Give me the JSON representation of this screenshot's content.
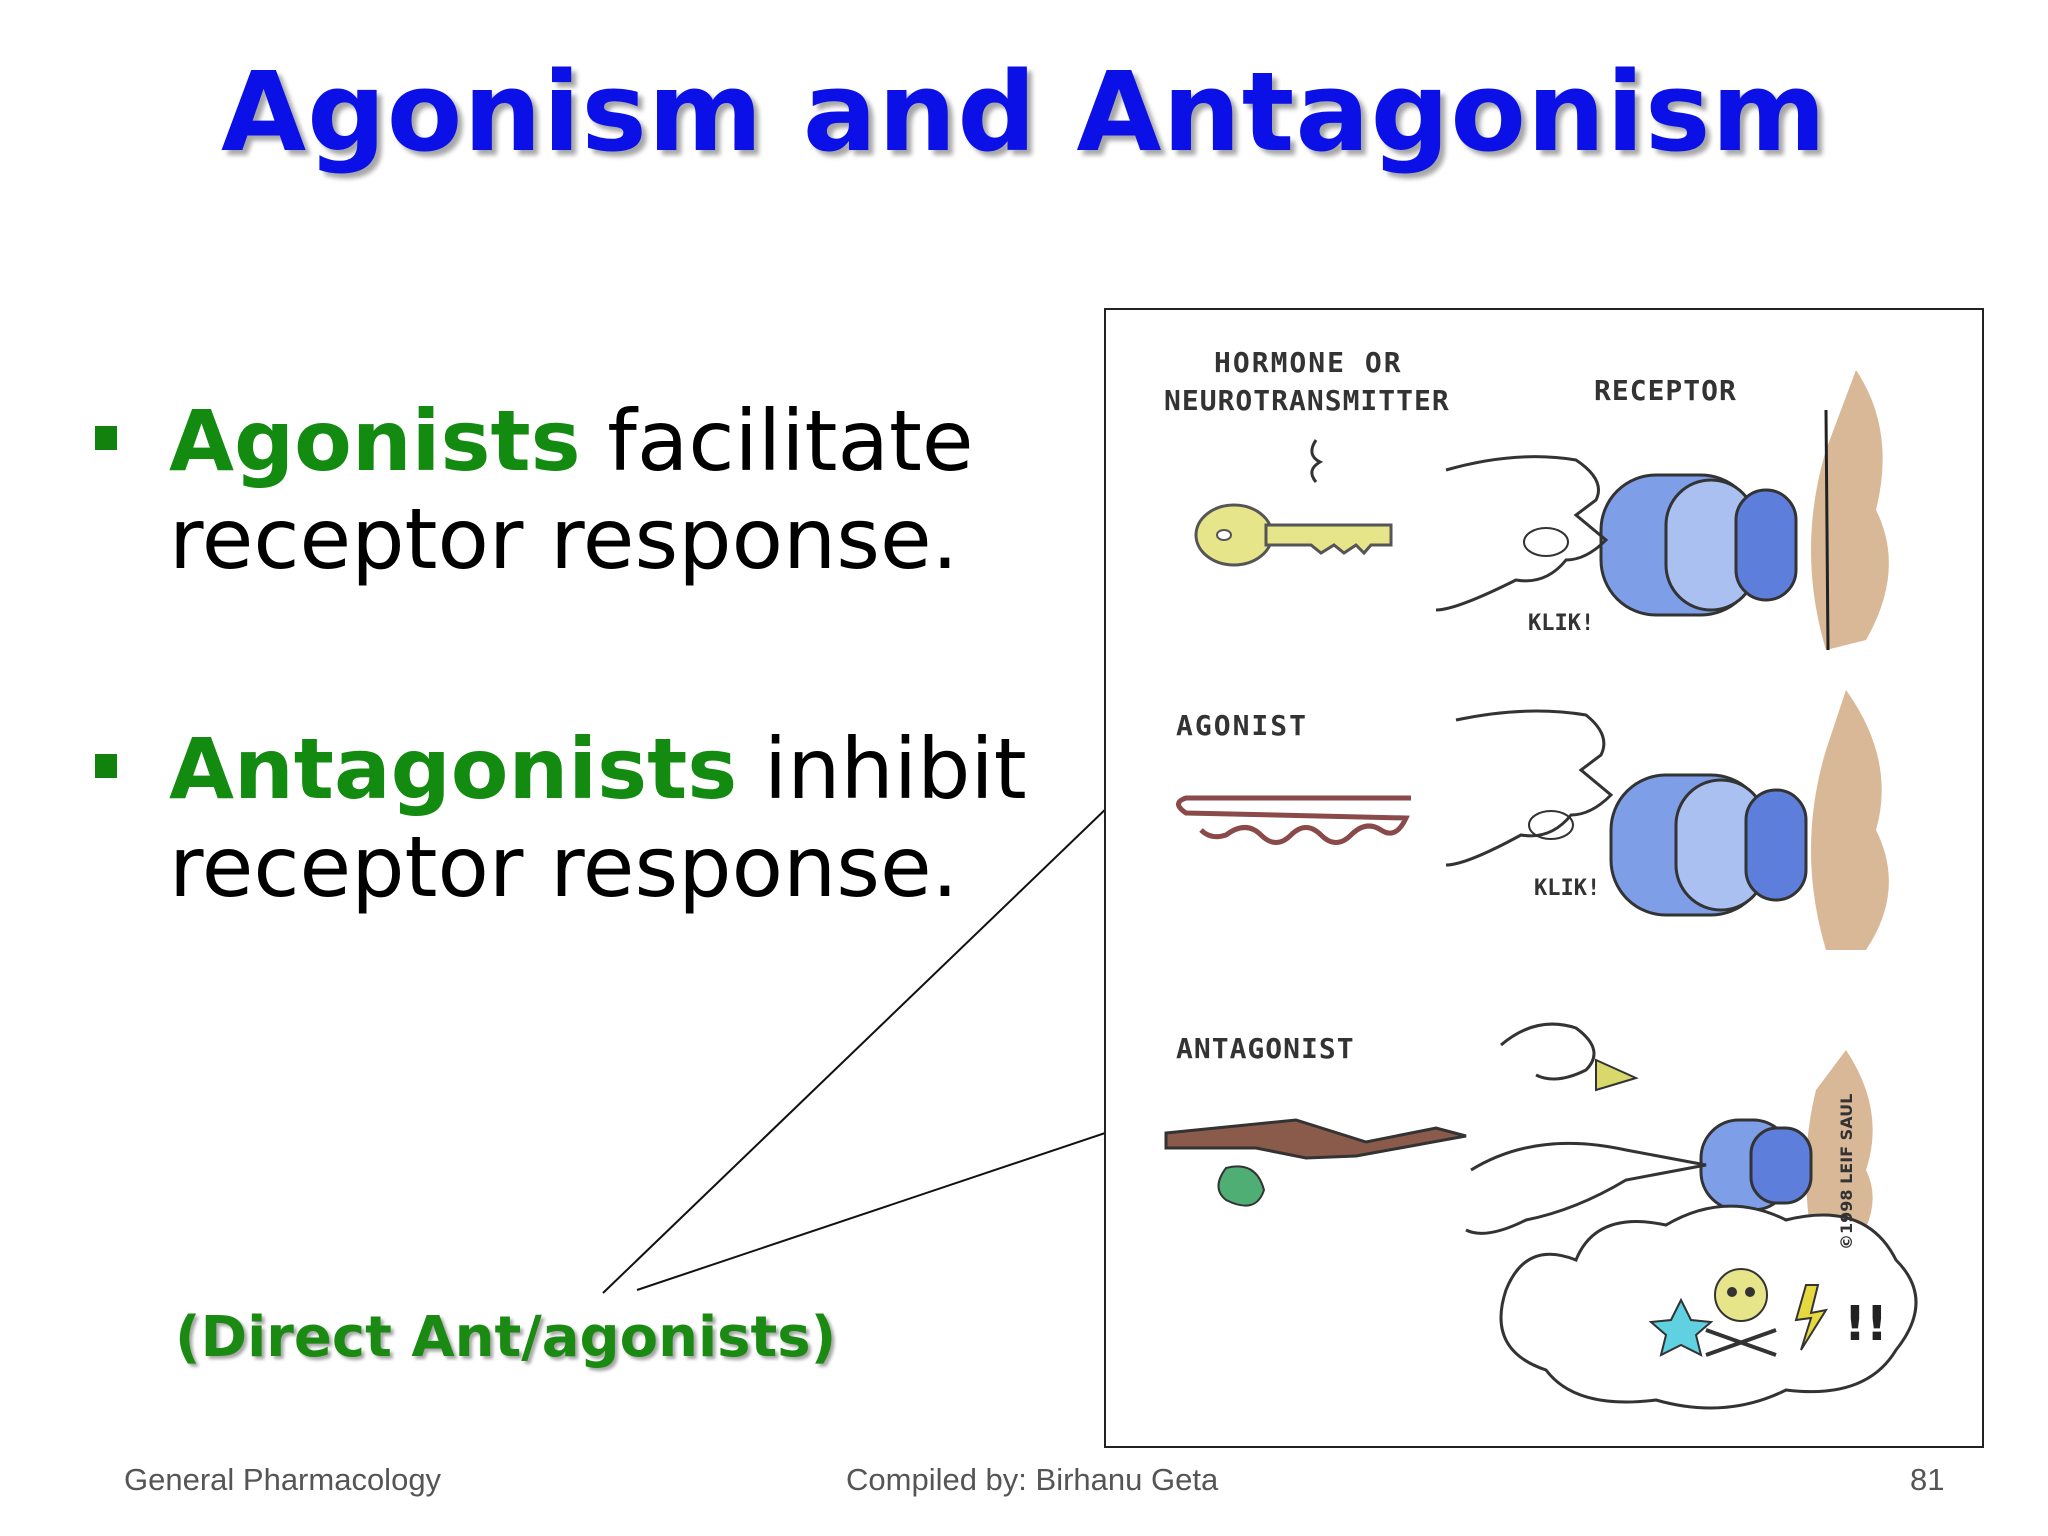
{
  "slide": {
    "title": "Agonism and Antagonism",
    "bullets": [
      {
        "term": "Agonists",
        "rest": " facilitate receptor response."
      },
      {
        "term": "Antagonists",
        "rest": " inhibit receptor response."
      }
    ],
    "callout": "(Direct Ant/agonists)"
  },
  "illustration": {
    "label_hormone": "HORMONE OR",
    "label_neuro": "NEUROTRANSMITTER",
    "label_receptor": "RECEPTOR",
    "label_klik1": "KLIK!",
    "label_agonist": "AGONIST",
    "label_klik2": "KLIK!",
    "label_antagonist": "ANTAGONIST",
    "label_credit": "©1998 LEIF SAUL"
  },
  "footer": {
    "course": "General Pharmacology",
    "compiled": "Compiled by:  Birhanu Geta",
    "page": "81"
  },
  "colors": {
    "title": "#0a10e6",
    "term": "#138a10",
    "knob": "#7f9ee8",
    "key": "#e6e58a"
  }
}
